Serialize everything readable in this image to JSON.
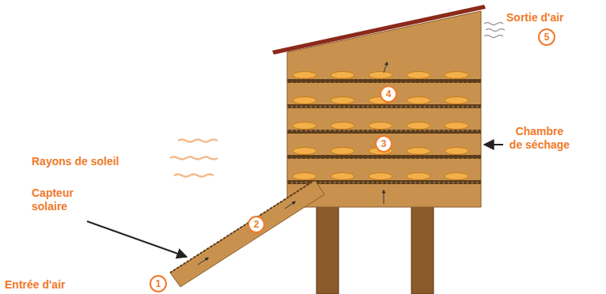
{
  "diagram": {
    "labels": [
      "Sortie d'air",
      "5",
      "Rayons de soleil",
      "Capteur solaire",
      "Chambre de séchage",
      "Entrée d'air",
      "1",
      "2",
      "3",
      "4"
    ]
  }
}
